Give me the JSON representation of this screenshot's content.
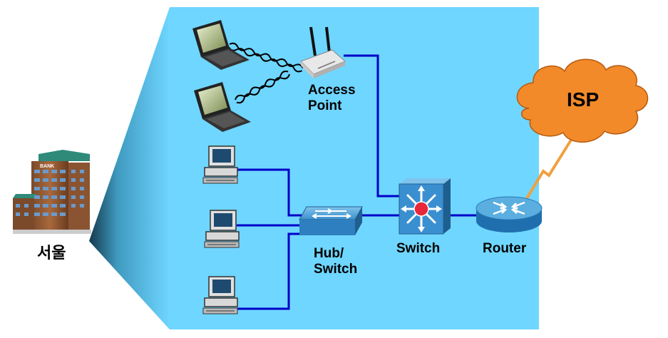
{
  "city": {
    "label": "서울",
    "building_sign": "BANK"
  },
  "devices": {
    "access_point": {
      "label_line1": "Access",
      "label_line2": "Point"
    },
    "hub_switch": {
      "label_line1": "Hub/",
      "label_line2": "Switch"
    },
    "switch": {
      "label": "Switch"
    },
    "router": {
      "label": "Router"
    },
    "isp": {
      "label": "ISP"
    }
  },
  "colors": {
    "network_area": "#6fd6ff",
    "ethernet_link": "#0000c8",
    "wan_link": "#f0a040",
    "isp_cloud": "#f28a2a",
    "device_blue": "#2e7fbf"
  },
  "icons": [
    "laptop-icon",
    "wireless-ap-icon",
    "desktop-pc-icon",
    "hub-icon",
    "multilayer-switch-icon",
    "router-icon",
    "cloud-icon",
    "office-building-icon"
  ]
}
